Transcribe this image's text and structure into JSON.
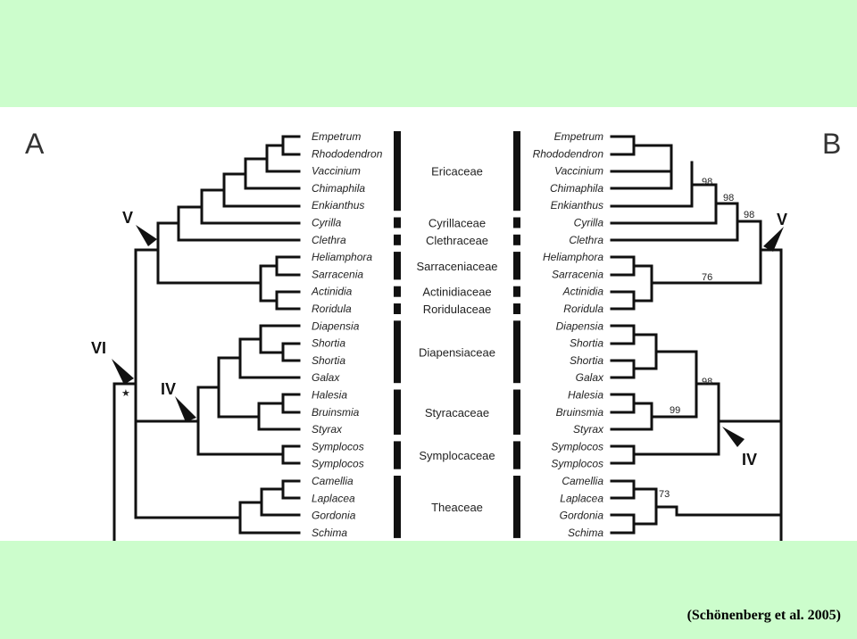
{
  "panel_labels": {
    "left": "A",
    "right": "B"
  },
  "taxa": [
    "Empetrum",
    "Rhododendron",
    "Vaccinium",
    "Chimaphila",
    "Enkianthus",
    "Cyrilla",
    "Clethra",
    "Heliamphora",
    "Sarracenia",
    "Actinidia",
    "Roridula",
    "Diapensia",
    "Shortia",
    "Shortia",
    "Galax",
    "Halesia",
    "Bruinsmia",
    "Styrax",
    "Symplocos",
    "Symplocos",
    "Camellia",
    "Laplacea",
    "Gordonia",
    "Schima"
  ],
  "families": [
    {
      "name": "Ericaceae",
      "first": 0,
      "last": 4
    },
    {
      "name": "Cyrillaceae",
      "first": 5,
      "last": 5
    },
    {
      "name": "Clethraceae",
      "first": 6,
      "last": 6
    },
    {
      "name": "Sarraceniaceae",
      "first": 7,
      "last": 8
    },
    {
      "name": "Actinidiaceae",
      "first": 9,
      "last": 9
    },
    {
      "name": "Roridulaceae",
      "first": 10,
      "last": 10
    },
    {
      "name": "Diapensiaceae",
      "first": 11,
      "last": 14
    },
    {
      "name": "Styracaceae",
      "first": 15,
      "last": 17
    },
    {
      "name": "Symplocaceae",
      "first": 18,
      "last": 19
    },
    {
      "name": "Theaceae",
      "first": 20,
      "last": 23
    }
  ],
  "clade_labels": {
    "V": "V",
    "VI": "VI",
    "IV": "IV"
  },
  "support_values": {
    "ericales_1": "98",
    "ericales_2": "98",
    "ericales_3": "98",
    "sarracenia": "76",
    "diapensia": "98",
    "styrax": "99",
    "theaceae": "73"
  },
  "citation": "(Schönenberg et al. 2005)"
}
